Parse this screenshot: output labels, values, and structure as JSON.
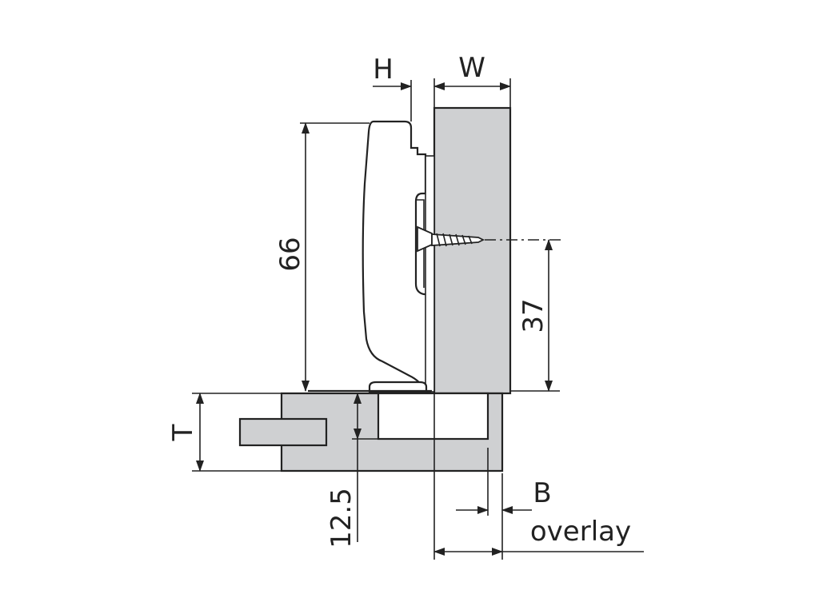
{
  "labels": {
    "h": "H",
    "w": "W",
    "height_66": "66",
    "height_37": "37",
    "t": "T",
    "depth_12_5": "12.5",
    "b": "B",
    "overlay": "overlay"
  },
  "colors": {
    "panel_fill": "#cfd0d2",
    "stroke": "#222222",
    "background": "#ffffff"
  }
}
